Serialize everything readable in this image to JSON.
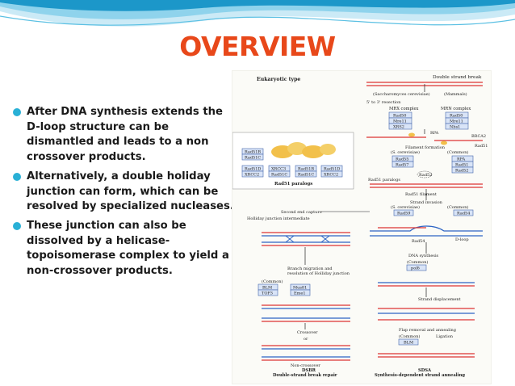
{
  "slide": {
    "title": "OVERVIEW",
    "bullets": [
      "After DNA  synthesis extends the D-loop structure can be dismantled and leads to a non crossover products.",
      "Alternatively, a double holiday junction can form, which can be resolved by specialized nucleases.",
      "These junction can also be dissolved by a helicase-topoisomerase complex to yield a non-crossover products."
    ],
    "colors": {
      "title": "#e8481a",
      "bullet": "#29b0d6",
      "wave_dark": "#1c97c9",
      "wave_light": "#8fd3ec"
    }
  },
  "diagram": {
    "header_left": "Eukaryotic type",
    "header_right": "Double strand break",
    "yeast": "(Saccharomyces cerevisiae)",
    "mammals": "(Mammals)",
    "resection": "5' to 3' resection",
    "mrx": "MRX complex",
    "mrn": "MRN complex",
    "mrx_proteins": [
      "Rad50",
      "Mre11",
      "XRS2"
    ],
    "mrn_proteins": [
      "Rad50",
      "Mre11",
      "Nbs1"
    ],
    "rpa": "RPA",
    "brca2": "BRCA2",
    "rad51": "Rad51",
    "filament_formation": "Filament formation",
    "sc": "(S. cerevisiae)",
    "common": "(Common)",
    "filament_left": [
      "Rad55",
      "Rad57"
    ],
    "filament_right": [
      "RPA",
      "Rad51",
      "Rad52"
    ],
    "rad52": "Rad52",
    "paralogs_label": "Rad51 paralogs",
    "paralogs_box_title": "Rad51 paralogs",
    "paralogs_col1": [
      "Rad51B",
      "Rad51C",
      "Rad51D",
      "XRCC2"
    ],
    "paralogs_col2": [
      "XRCC3",
      "Rad51C"
    ],
    "paralogs_col3": [
      "Rad51B",
      "Rad51C"
    ],
    "paralogs_col4": [
      "Rad51D",
      "XRCC2"
    ],
    "rad51_filament": "Rad51 filament",
    "strand_invasion": "Strand invasion",
    "inv_left": "Rad59",
    "inv_right": "Rad54",
    "second_end": "Second end capture",
    "holliday": "Holliday junction intermediate",
    "rad54": "Rad54",
    "dloop": "D-loop",
    "dna_synthesis": "DNA synthesis",
    "pol": "polδ",
    "branch1": "Branch migration and",
    "branch2": "resolution of Holliday junction",
    "blm_left": [
      "BLM",
      "TOP3"
    ],
    "mus_left": [
      "Mus81",
      "Eme1"
    ],
    "strand_displacement": "Strand displacement",
    "crossover": "Crossover",
    "or": "or",
    "flap": "Flap removal and annealing",
    "ligation": "Ligation",
    "blm": "BLM",
    "non_crossover": "Non-crossover",
    "dsbr": "DSBR",
    "dsbr_full": "Double-strand break repair",
    "sdsa": "SDSA",
    "sdsa_full": "Synthesis-dependent strand annealing"
  }
}
